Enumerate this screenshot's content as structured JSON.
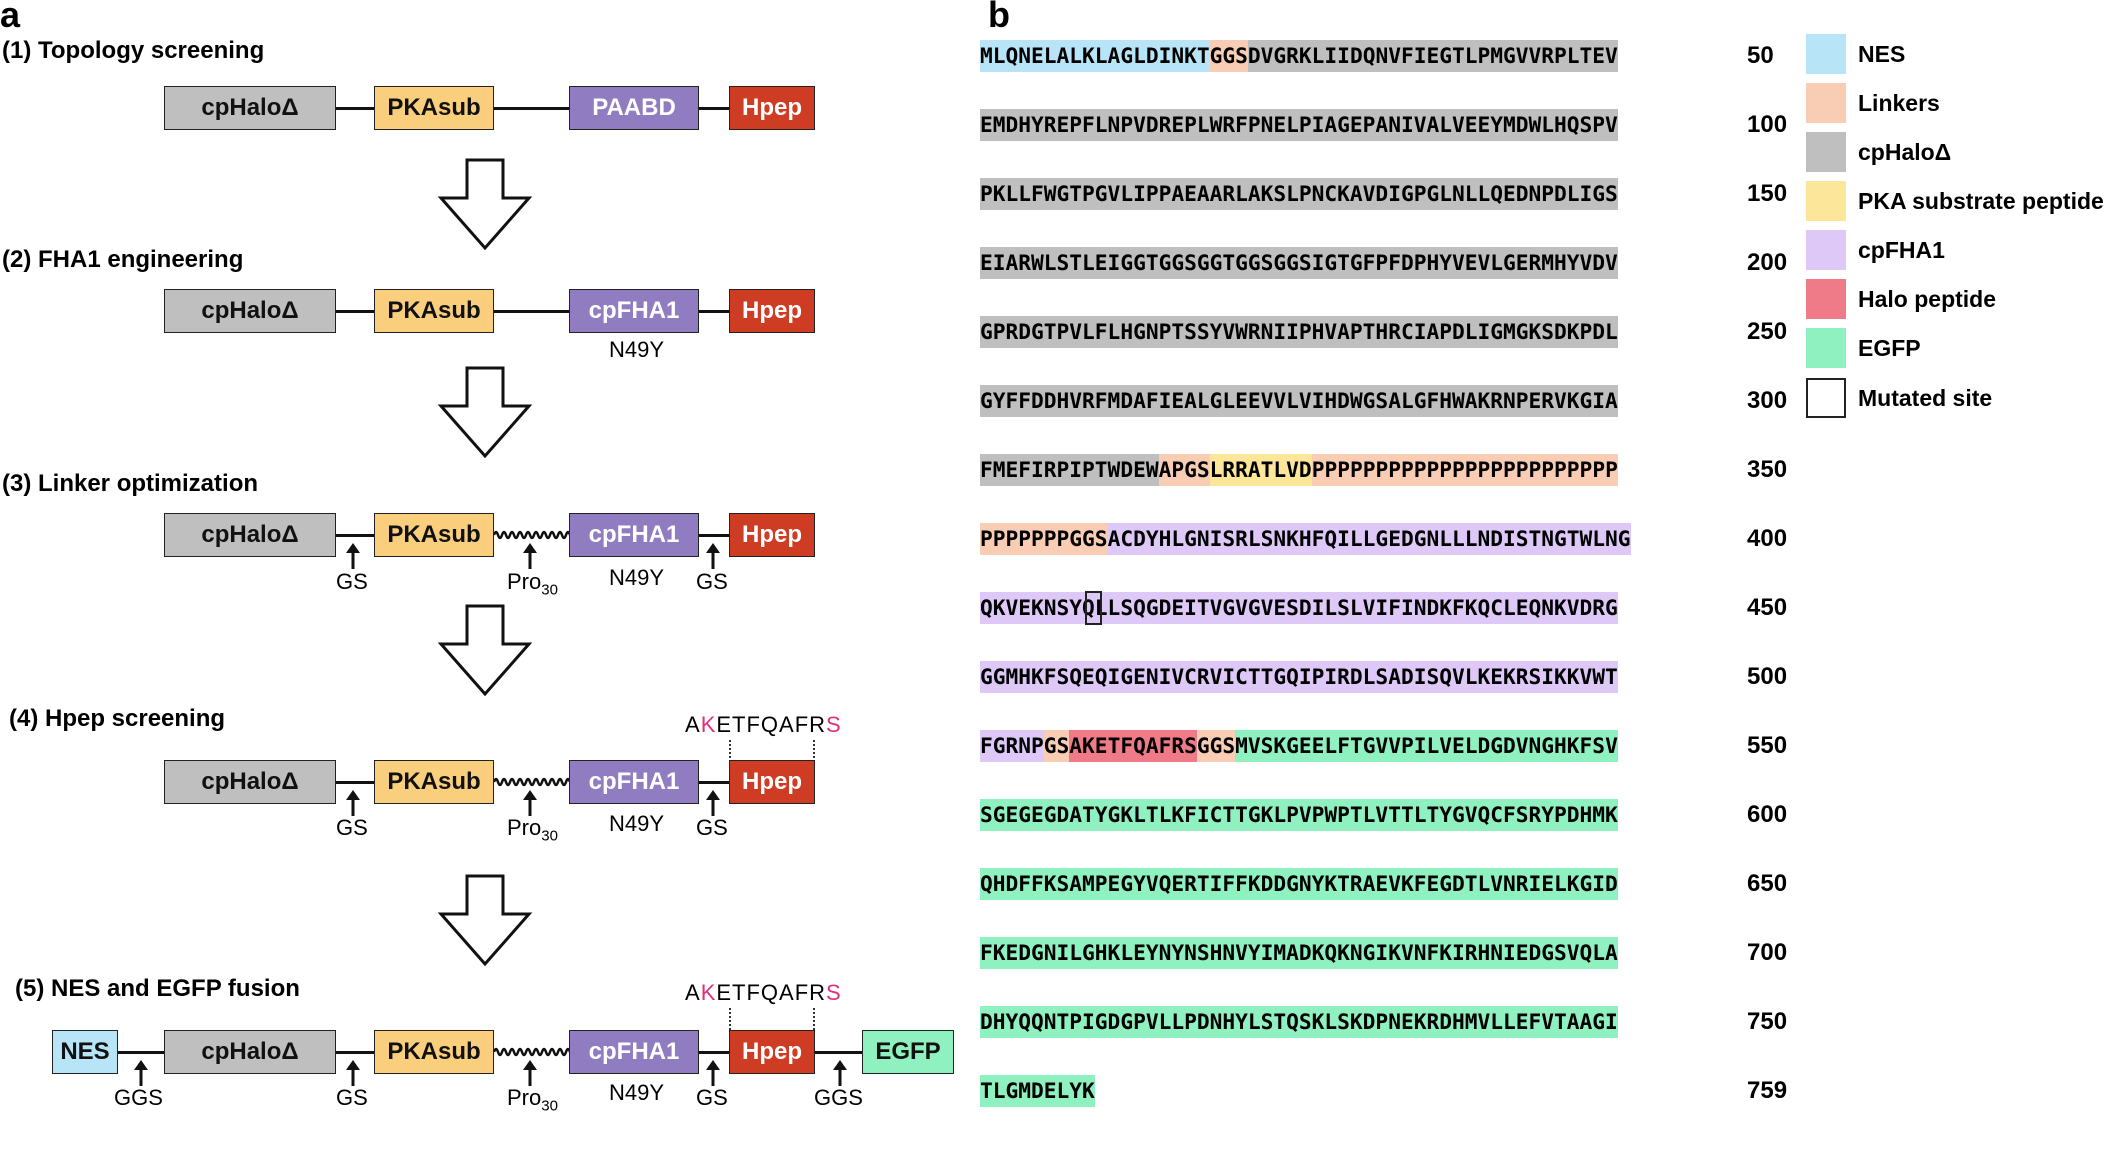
{
  "panel_a": {
    "letter": "a",
    "steps": [
      {
        "title": "(1) Topology screening",
        "labels": {
          "halo": "cpHaloΔ",
          "pka": "PKAsub",
          "dom": "PAABD",
          "hpep": "Hpep"
        }
      },
      {
        "title": "(2) FHA1 engineering",
        "labels": {
          "halo": "cpHaloΔ",
          "pka": "PKAsub",
          "dom": "cpFHA1",
          "hpep": "Hpep",
          "mut": "N49Y"
        }
      },
      {
        "title": "(3) Linker optimization",
        "labels": {
          "halo": "cpHaloΔ",
          "pka": "PKAsub",
          "dom": "cpFHA1",
          "hpep": "Hpep",
          "mut": "N49Y",
          "gs1": "GS",
          "pro": "Pro",
          "pro_sub": "30",
          "gs2": "GS"
        }
      },
      {
        "title": "(4) Hpep screening",
        "labels": {
          "halo": "cpHaloΔ",
          "pka": "PKAsub",
          "dom": "cpFHA1",
          "hpep": "Hpep",
          "mut": "N49Y",
          "gs1": "GS",
          "pro": "Pro",
          "pro_sub": "30",
          "gs2": "GS",
          "pep_a": "A",
          "pep_k": "K",
          "pep_mid": "ETFQAFR",
          "pep_s": "S"
        }
      },
      {
        "title": "(5) NES and EGFP fusion",
        "labels": {
          "nes": "NES",
          "halo": "cpHaloΔ",
          "pka": "PKAsub",
          "dom": "cpFHA1",
          "hpep": "Hpep",
          "egfp": "EGFP",
          "mut": "N49Y",
          "ggs1": "GGS",
          "gs1": "GS",
          "pro": "Pro",
          "pro_sub": "30",
          "gs2": "GS",
          "ggs2": "GGS",
          "pep_a": "A",
          "pep_k": "K",
          "pep_mid": "ETFQAFR",
          "pep_s": "S"
        }
      }
    ]
  },
  "panel_b": {
    "letter": "b",
    "colors": {
      "NES": "#b8e4f7",
      "Linkers": "#f8cdb4",
      "cpHalo": "#bfbfbf",
      "PKA": "#fbe69a",
      "cpFHA1": "#ddc8f8",
      "Halo peptide": "#f07b88",
      "EGFP": "#8ff0c0"
    },
    "rows": [
      {
        "num": "50",
        "segs": [
          [
            "nes",
            "MLQNELALKLAGLDINKT"
          ],
          [
            "link",
            "GGS"
          ],
          [
            "halo",
            "DVGRKLIIDQNVFIEGTLPMGVVRPLTEV"
          ]
        ]
      },
      {
        "num": "100",
        "segs": [
          [
            "halo",
            "EMDHYREPFLNPVDREPLWRFPNELPIAGEPANIVALVEEYMDWLHQSPV"
          ]
        ]
      },
      {
        "num": "150",
        "segs": [
          [
            "halo",
            "PKLLFWGTPGVLIPPAEAARLAKSLPNCKAVDIGPGLNLLQEDNPDLIGS"
          ]
        ]
      },
      {
        "num": "200",
        "segs": [
          [
            "halo",
            "EIARWLSTLEIGGTGGSGGTGGSGGSIGTGFPFDPHYVEVLGERMHYVDV"
          ]
        ]
      },
      {
        "num": "250",
        "segs": [
          [
            "halo",
            "GPRDGTPVLFLHGNPTSSYVWRNIIPHVAPTHRCIAPDLIGMGKSDKPDL"
          ]
        ]
      },
      {
        "num": "300",
        "segs": [
          [
            "halo",
            "GYFFDDHVRFMDAFIEALGLEEVVLVIHDWGSALGFHWAKRNPERVKGIA"
          ]
        ]
      },
      {
        "num": "350",
        "segs": [
          [
            "halo",
            "FMEFIRPIPTWDEW"
          ],
          [
            "link",
            "APGS"
          ],
          [
            "pka",
            "LRRATLVD"
          ],
          [
            "link",
            "PPPPPPPPPPPPPPPPPPPPPPPP"
          ]
        ]
      },
      {
        "num": "400",
        "segs": [
          [
            "link",
            "PPPPPPPGGS"
          ],
          [
            "fha",
            "ACDYHLGNISRLSNKHFQILLGEDGNLLLNDISTNGTWLNG"
          ]
        ]
      },
      {
        "num": "450",
        "segs": [
          [
            "fha",
            "QKVEKNSYQLLSQGDEITVGVGVESDILSLVIFINDKFKQCLEQNKVDRG"
          ]
        ]
      },
      {
        "num": "500",
        "segs": [
          [
            "fha",
            "GGMHKFSQEQIGENIVCRVICTTGQIPIRDLSADISQVLKEKRSIKKVWT"
          ]
        ]
      },
      {
        "num": "550",
        "segs": [
          [
            "fha",
            "FGRNP"
          ],
          [
            "link",
            "GS"
          ],
          [
            "hpep",
            "AKETFQAFRS"
          ],
          [
            "link",
            "GGS"
          ],
          [
            "egfp",
            "MVSKGEELFTGVVPILVELDGDVNGHKFSV"
          ]
        ]
      },
      {
        "num": "600",
        "segs": [
          [
            "egfp",
            "SGEGEGDATYGKLTLKFICTTGKLPVPWPTLVTTLTYGVQCFSRYPDHMK"
          ]
        ]
      },
      {
        "num": "650",
        "segs": [
          [
            "egfp",
            "QHDFFKSAMPEGYVQERTIFFKDDGNYKTRAEVKFEGDTLVNRIELKGID"
          ]
        ]
      },
      {
        "num": "700",
        "segs": [
          [
            "egfp",
            "FKEDGNILGHKLEYNYNSHNVYIMADKQKNGIKVNFKIRHNIEDGSVQLA"
          ]
        ]
      },
      {
        "num": "750",
        "segs": [
          [
            "egfp",
            "DHYQQNTPIGDGPVLLPDNHYLSTQSKLSKDPNEKRDHMVLLEFVTAAGI"
          ]
        ]
      },
      {
        "num": "759",
        "segs": [
          [
            "egfp",
            "TLGMDELYK"
          ]
        ]
      }
    ],
    "legend": [
      {
        "label": "NES",
        "color": "#b8e4f7"
      },
      {
        "label": "Linkers",
        "color": "#f8cdb4"
      },
      {
        "label": "cpHaloΔ",
        "color": "#bfbfbf"
      },
      {
        "label": "PKA substrate peptide",
        "color": "#fbe69a"
      },
      {
        "label": "cpFHA1",
        "color": "#ddc8f8"
      },
      {
        "label": "Halo peptide",
        "color": "#f07b88"
      },
      {
        "label": "EGFP",
        "color": "#8ff0c0"
      },
      {
        "label": "Mutated site",
        "color": "#ffffff"
      }
    ]
  }
}
